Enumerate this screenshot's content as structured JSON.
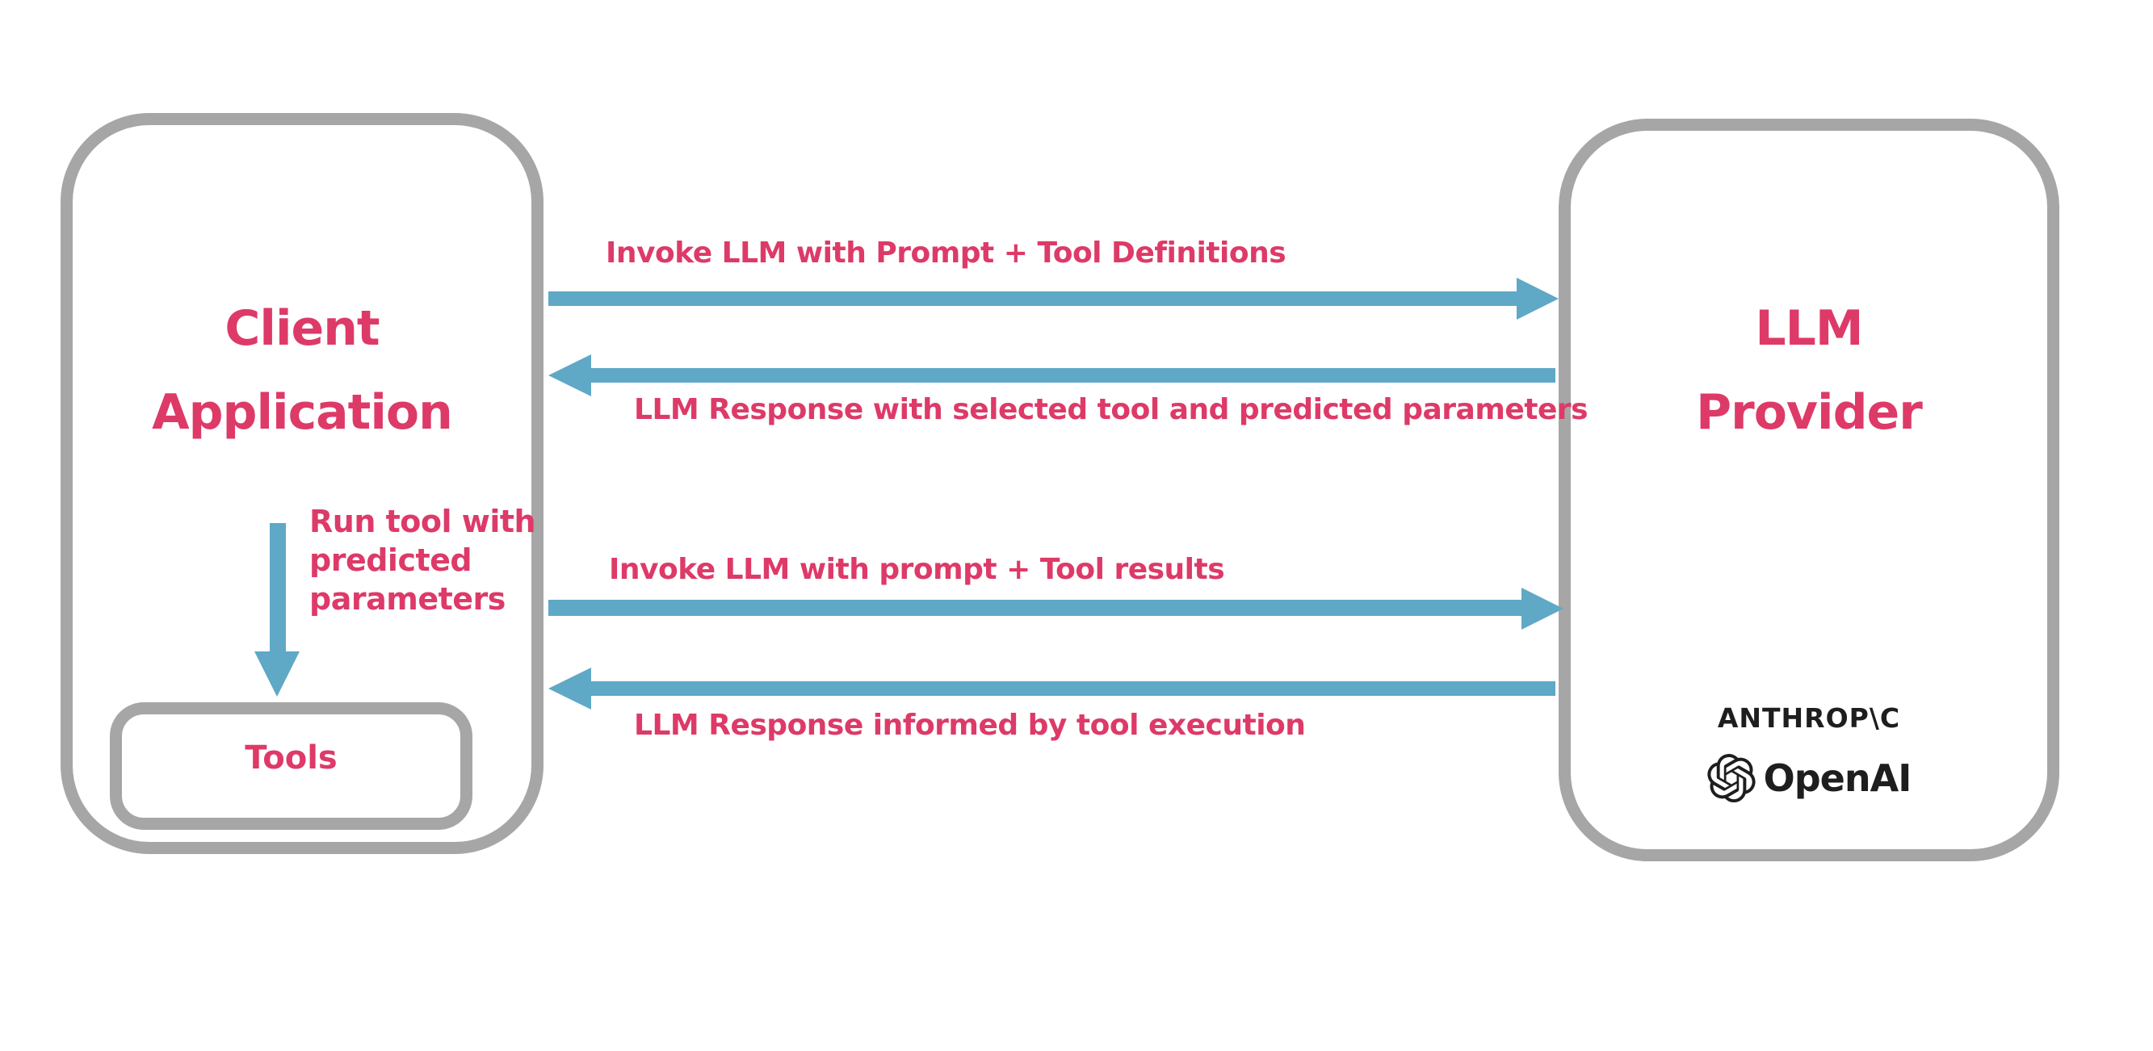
{
  "colors": {
    "accent_pink": "#DD3A68",
    "arrow_blue": "#5FA8C6",
    "box_gray": "#A6A6A6",
    "logo_dark": "#1E1E1E",
    "background": "#FFFFFF"
  },
  "client_box": {
    "title_lines": [
      "Client",
      "Application"
    ]
  },
  "tools_box": {
    "label": "Tools"
  },
  "run_tool_label": {
    "lines": [
      "Run tool with",
      "predicted",
      "parameters"
    ]
  },
  "provider_box": {
    "title_lines": [
      "LLM",
      "Provider"
    ],
    "logos": {
      "anthropic_wordmark": "ANTHROP\\C",
      "openai_wordmark": "OpenAI",
      "openai_icon": "openai-logo-icon"
    }
  },
  "arrows": [
    {
      "direction": "right",
      "label": "Invoke LLM with Prompt + Tool Definitions"
    },
    {
      "direction": "left",
      "label": "LLM Response with selected tool and predicted parameters"
    },
    {
      "direction": "right",
      "label": "Invoke LLM with prompt + Tool results"
    },
    {
      "direction": "left",
      "label": "LLM Response informed by tool execution"
    },
    {
      "direction": "down",
      "label": "Run tool with predicted parameters"
    }
  ]
}
